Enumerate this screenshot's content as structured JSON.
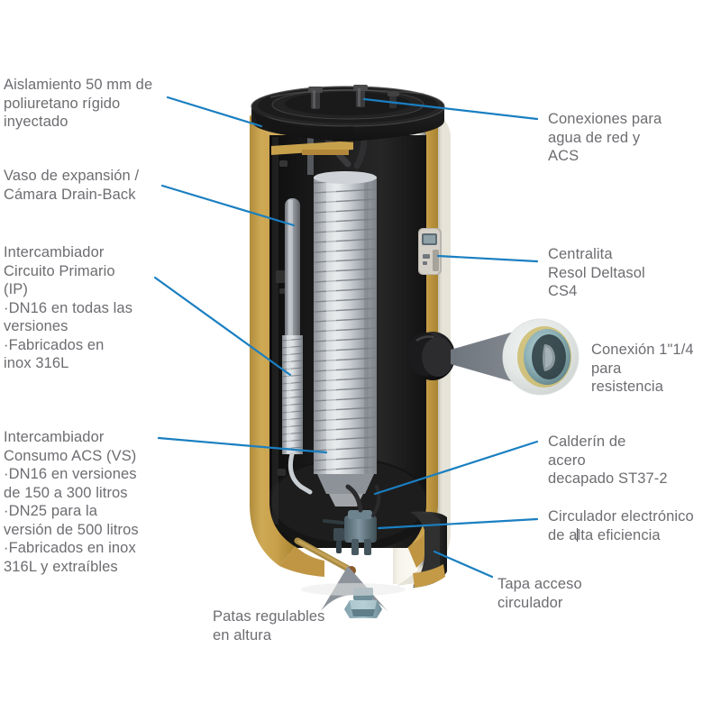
{
  "diagram": {
    "title": "Depósito acumulador solar - despiece",
    "accent_line_color": "#1a7fc1",
    "text_color": "#6d6d72",
    "insulation_color": "#c9a14b",
    "shell_color": "#f3f1e9",
    "dark_cap_color": "#1e1e1e",
    "coil_color": "#b9bcc0",
    "callout_cone_color": "#7b8088"
  },
  "labels": {
    "insulation": {
      "id": "aislamiento",
      "text": "Aislamiento 50 mm de\npoliuretano rígido\ninyectado"
    },
    "expansion": {
      "id": "vaso-expansion",
      "text": "Vaso de expansión /\nCámara Drain-Back"
    },
    "primary_exchanger": {
      "id": "intercambiador-primario",
      "text": " Intercambiador\nCircuito Primario\n(IP)\n   ·DN16 en todas las\nversiones\n   ·Fabricados en\ninox 316L"
    },
    "acs_exchanger": {
      "id": "intercambiador-acs",
      "text": " Intercambiador\nConsumo ACS (VS)\n   ·DN16 en versiones\nde 150 a 300 litros\n   ·DN25 para la\nversión de 500 litros\n   ·Fabricados en inox\n316L y extraíbles"
    },
    "legs": {
      "id": "patas-regulables",
      "text": "Patas regulables\nen altura"
    },
    "water_connections": {
      "id": "conexiones-agua",
      "text": "Conexiones para\nagua de red y\nACS"
    },
    "controller": {
      "id": "centralita",
      "text": "Centralita\nResol Deltasol\nCS4"
    },
    "resistance_connection": {
      "id": "conexion-resistencia",
      "text": "Conexión 1\"1/4 para\nresistencia"
    },
    "boiler_body": {
      "id": "calderin-acero",
      "text": "Calderín de\nacero\ndecapado ST37-2"
    },
    "pump_line1": {
      "id": "circulador-linea-1",
      "text": "Circulador  electrónico"
    },
    "pump_line2_a": {
      "id": "circulador-linea-2a",
      "text": "de a"
    },
    "pump_line2_b": {
      "id": "circulador-linea-2b",
      "text": "lta eficiencia"
    },
    "pump_cover": {
      "id": "tapa-acceso",
      "text": "Tapa acceso\ncirculador"
    }
  }
}
